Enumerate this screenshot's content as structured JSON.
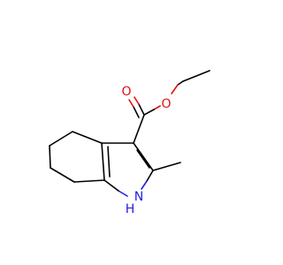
{
  "molecule": {
    "atoms": {
      "carbonyl_oxygen": {
        "label": "O",
        "color": "#e01010"
      },
      "ester_oxygen": {
        "label": "O",
        "color": "#e01010"
      },
      "nitrogen_h": {
        "label": "H",
        "color": "#2020e0"
      },
      "nitrogen": {
        "label": "N",
        "color": "#2020e0"
      }
    },
    "bond_color": "#000000"
  }
}
